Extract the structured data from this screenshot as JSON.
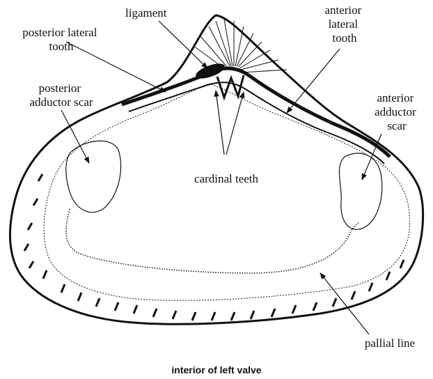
{
  "caption": "interior of left valve",
  "labels": {
    "ligament": "ligament",
    "posterior_lateral_tooth": [
      "posterior lateral",
      "tooth"
    ],
    "posterior_adductor_scar": [
      "posterior",
      "adductor scar"
    ],
    "anterior_lateral_tooth": [
      "anterior",
      "lateral",
      "tooth"
    ],
    "anterior_adductor_scar": [
      "anterior",
      "adductor",
      "scar"
    ],
    "cardinal_teeth": "cardinal teeth",
    "pallial_line": "pallial line"
  },
  "colors": {
    "ink": "#111111",
    "background": "#ffffff"
  }
}
